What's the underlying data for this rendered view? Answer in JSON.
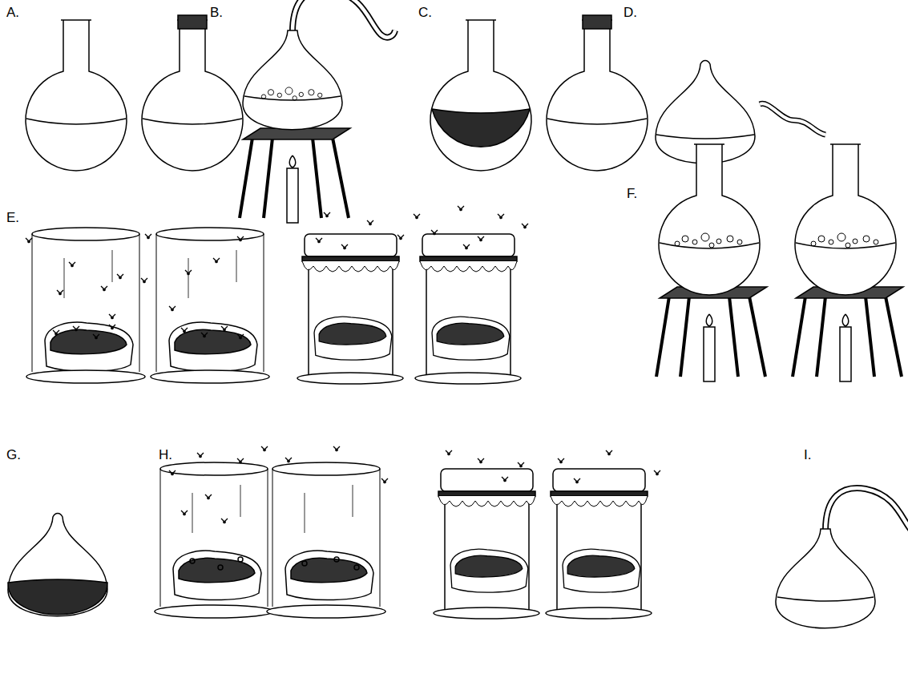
{
  "diagram": {
    "labels": [
      "A.",
      "B.",
      "C.",
      "D.",
      "E.",
      "F.",
      "G.",
      "H.",
      "I."
    ]
  }
}
